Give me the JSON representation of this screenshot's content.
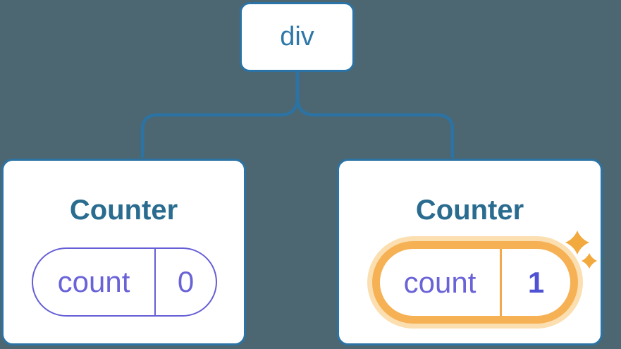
{
  "diagram": {
    "root_label": "div"
  },
  "cards": {
    "left": {
      "title": "Counter",
      "state_name": "count",
      "state_value": "0",
      "highlighted": false
    },
    "right": {
      "title": "Counter",
      "state_name": "count",
      "state_value": "1",
      "highlighted": true
    }
  },
  "icons": {
    "sparkles": "sparkles-icon"
  },
  "colors": {
    "background": "#4C6771",
    "line_blue": "#2B73A4",
    "card_background": "#FFFFFF",
    "root_label_text": "#2E77A9",
    "card_title_text": "#2A6C8F",
    "state_border_purple": "#655ED6",
    "state_text_purple": "#6A63D8",
    "state_value_bold_purple": "#4F53D3",
    "highlight_ring_orange": "#F6B155",
    "highlight_glow_orange": "#FBDFB0",
    "highlight_divider_orange": "#F1A94B",
    "sparkle_orange": "#F2A93D"
  }
}
